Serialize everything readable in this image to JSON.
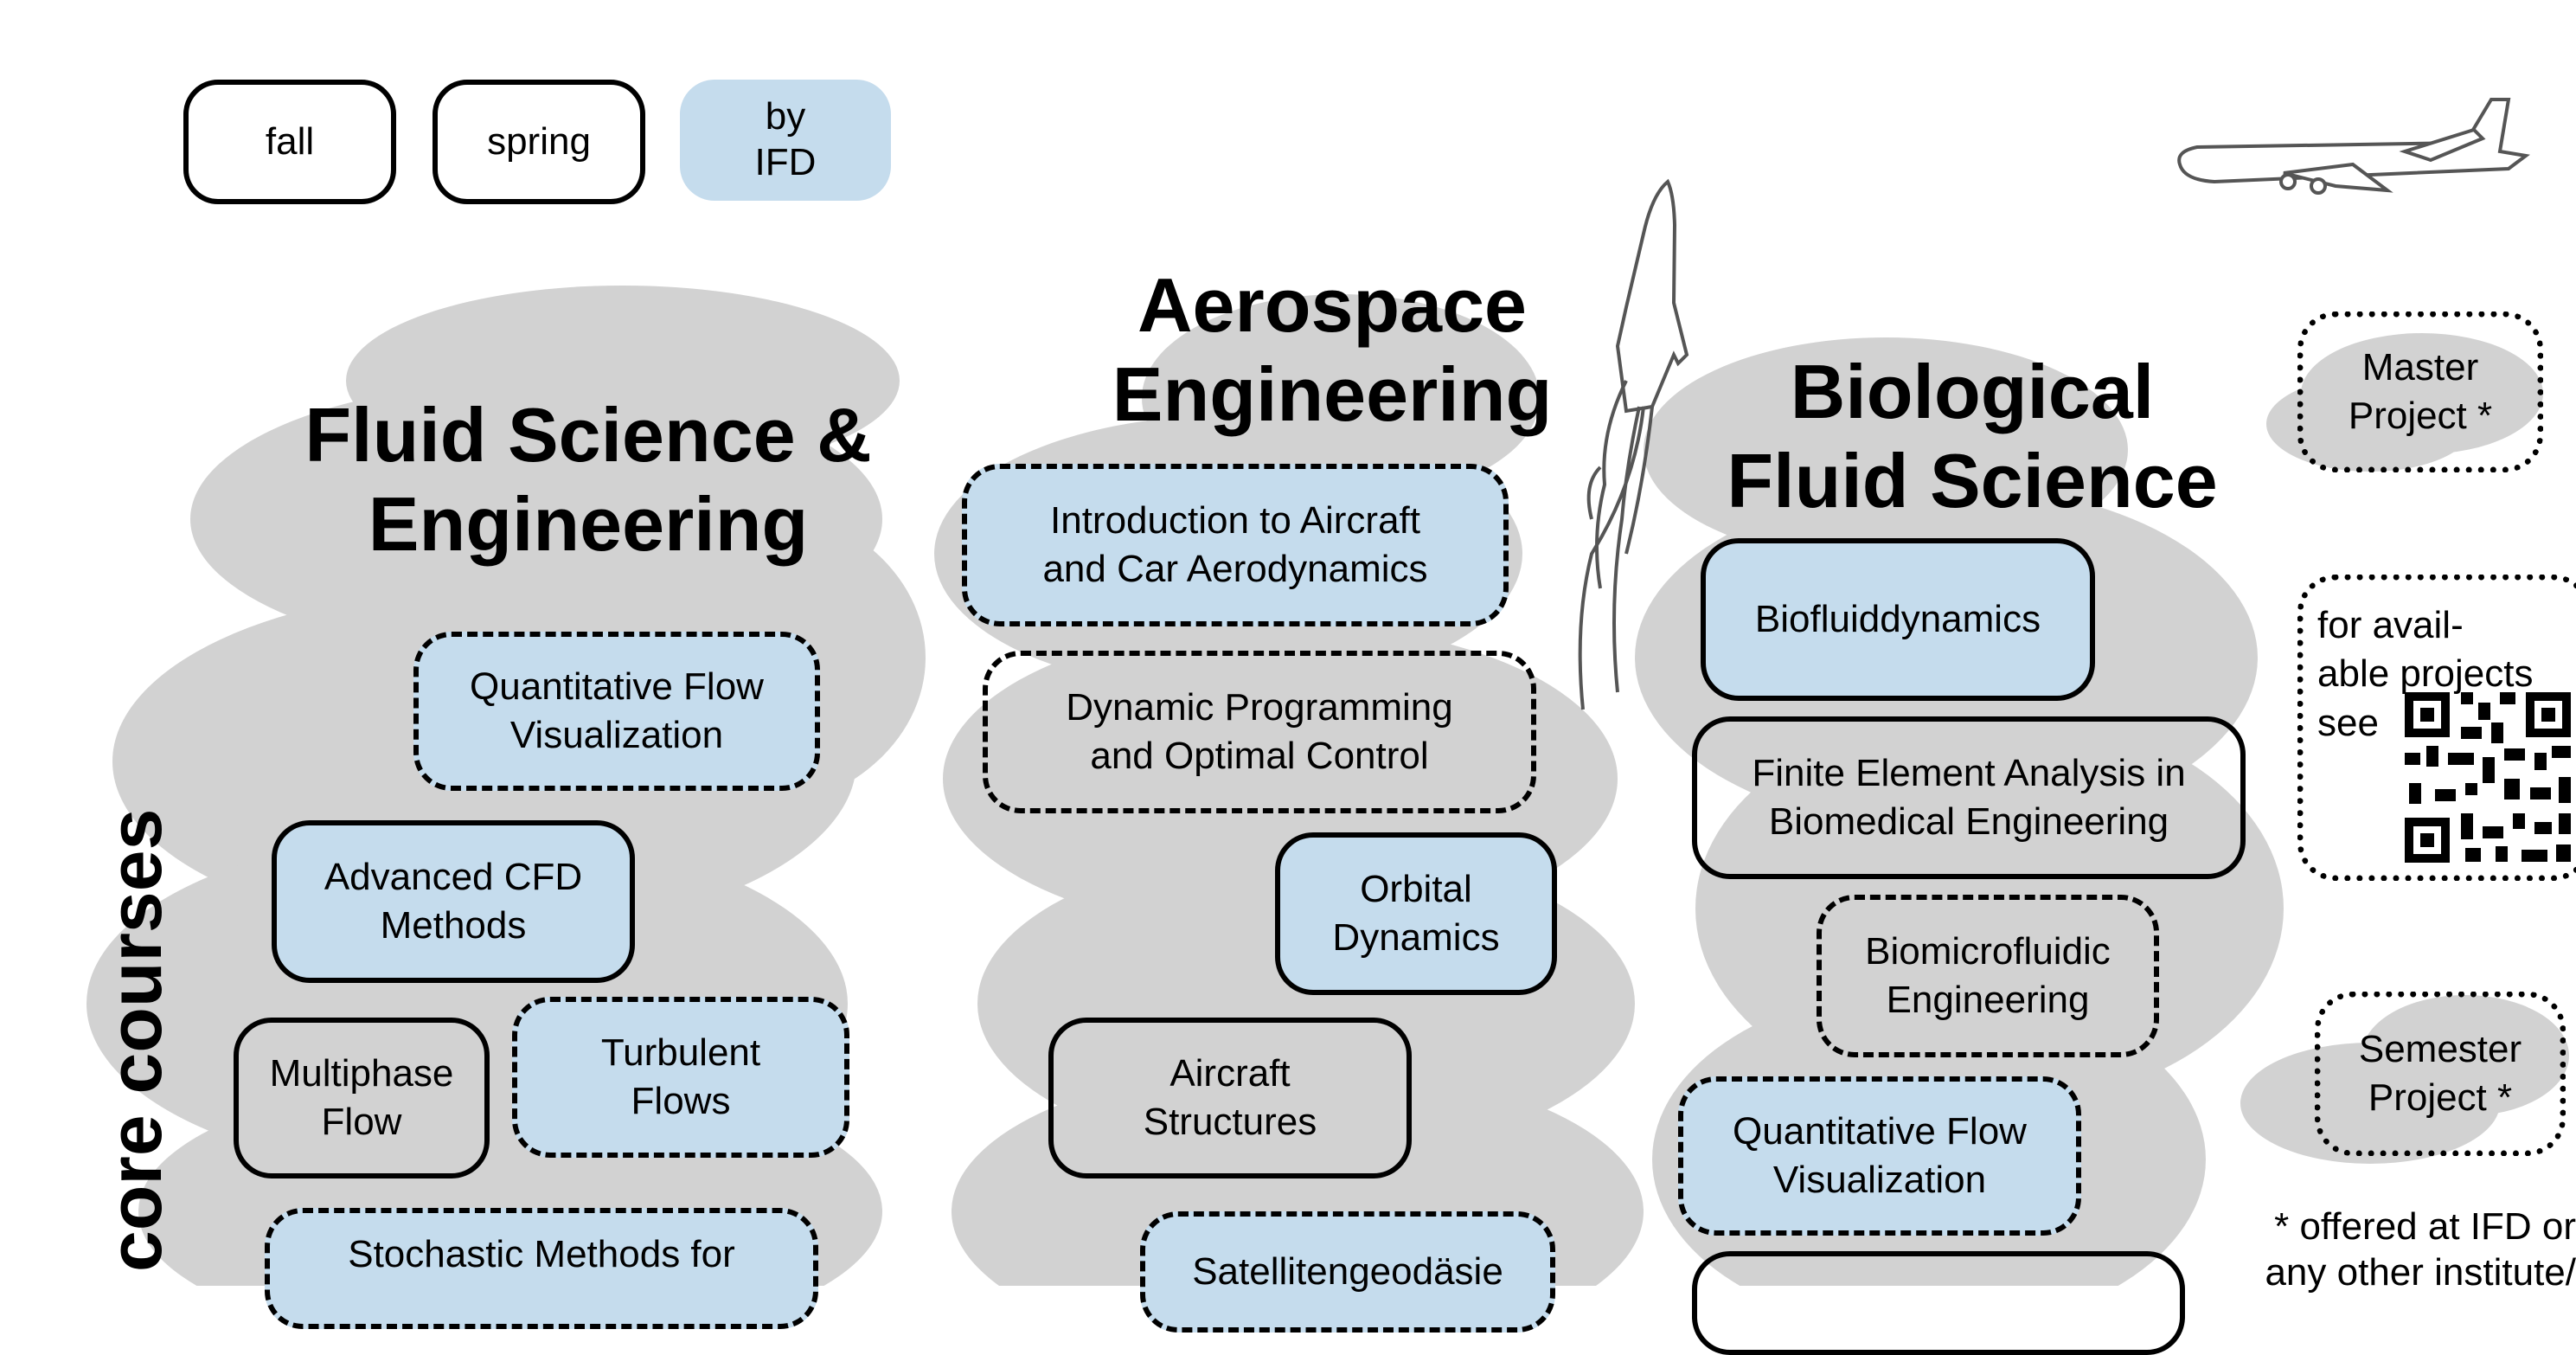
{
  "legend": {
    "fall": "fall",
    "spring": "spring",
    "ifd": "by\nIFD"
  },
  "side_label": "core courses",
  "columns": {
    "fluid": {
      "title": "Fluid Science &\nEngineering",
      "courses": [
        {
          "label": "Quantitative Flow\nVisualization",
          "term": "fall",
          "by_ifd": true
        },
        {
          "label": "Advanced CFD\nMethods",
          "term": "spring",
          "by_ifd": true
        },
        {
          "label": "Multiphase\nFlow",
          "term": "spring",
          "by_ifd": false
        },
        {
          "label": "Turbulent\nFlows",
          "term": "fall",
          "by_ifd": true
        },
        {
          "label": "Stochastic Methods for",
          "term": "fall",
          "by_ifd": true
        }
      ]
    },
    "aero": {
      "title": "Aerospace\nEngineering",
      "courses": [
        {
          "label": "Introduction to Aircraft\nand Car Aerodynamics",
          "term": "fall",
          "by_ifd": true
        },
        {
          "label": "Dynamic Programming\nand Optimal Control",
          "term": "fall",
          "by_ifd": false
        },
        {
          "label": "Orbital\nDynamics",
          "term": "spring",
          "by_ifd": true
        },
        {
          "label": "Aircraft\nStructures",
          "term": "spring",
          "by_ifd": false
        },
        {
          "label": "Satellitengeodäsie",
          "term": "fall",
          "by_ifd": true
        }
      ]
    },
    "bio": {
      "title": "Biological\nFluid Science",
      "courses": [
        {
          "label": "Biofluiddynamics",
          "term": "spring",
          "by_ifd": true
        },
        {
          "label": "Finite Element Analysis in\nBiomedical Engineering",
          "term": "spring",
          "by_ifd": false
        },
        {
          "label": "Biomicrofluidic\nEngineering",
          "term": "fall",
          "by_ifd": false
        },
        {
          "label": "Quantitative Flow\nVisualization",
          "term": "fall",
          "by_ifd": true
        }
      ]
    }
  },
  "projects": {
    "master": "Master\nProject *",
    "available": "for avail-\nable projects\nsee",
    "semester": "Semester\nProject *",
    "footnote": "* offered at IFD or\nany other institute/"
  },
  "icons": [
    "airplane-icon",
    "rocket-icon",
    "qr-code-icon"
  ]
}
